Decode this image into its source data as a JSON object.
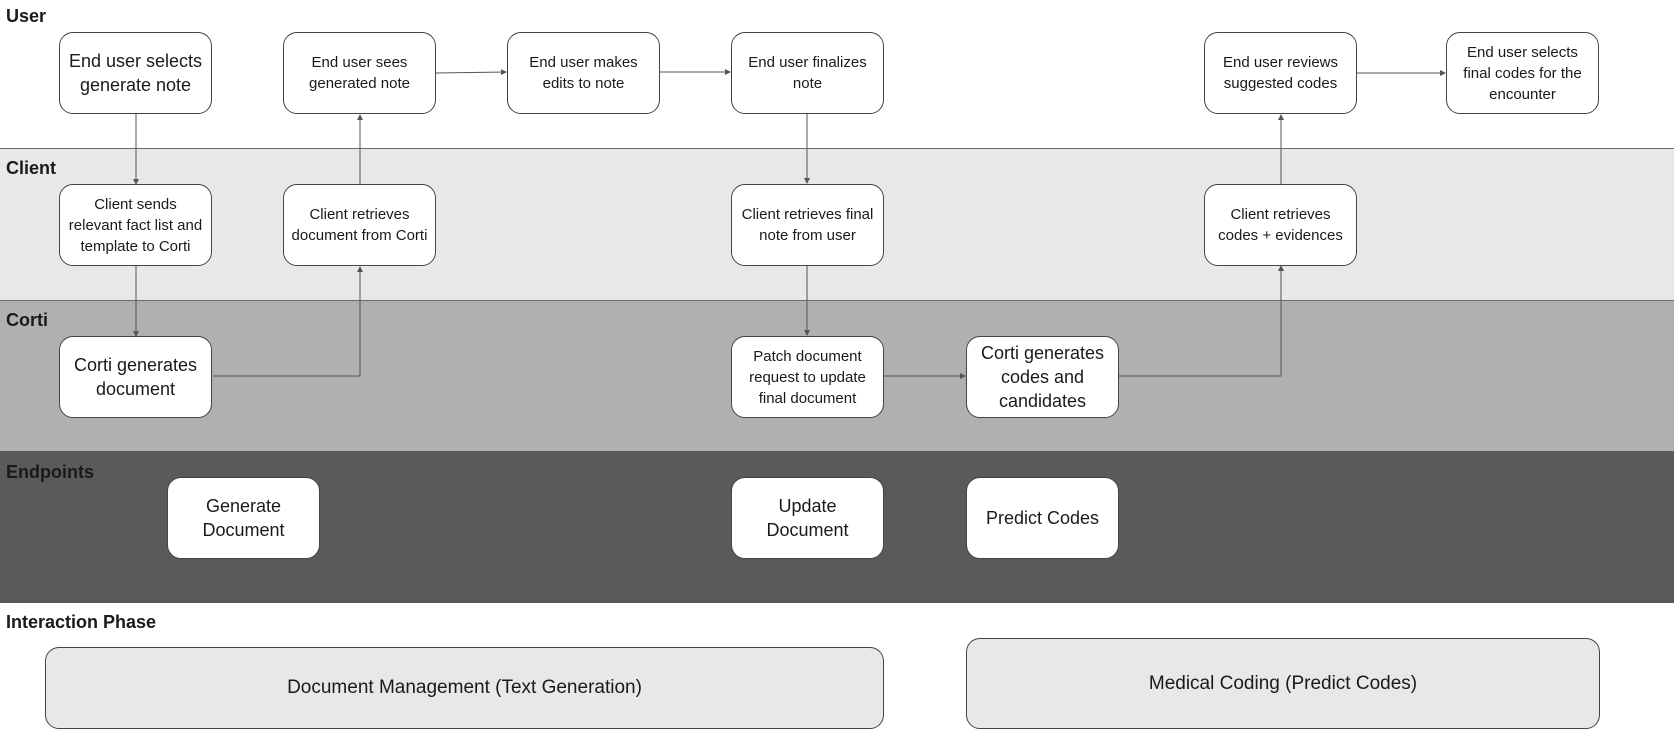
{
  "lanes": {
    "user": "User",
    "client": "Client",
    "corti": "Corti",
    "endpoints": "Endpoints",
    "phase": "Interaction Phase"
  },
  "nodes": {
    "user_selects_generate": "End user selects generate note",
    "user_sees_note": "End user sees generated note",
    "user_edits_note": "End user makes edits to note",
    "user_finalizes_note": "End user finalizes note",
    "user_reviews_codes": "End user reviews suggested codes",
    "user_selects_final_codes": "End user selects final codes for the encounter",
    "client_sends_facts": "Client sends relevant fact list and template to Corti",
    "client_retrieves_document": "Client retrieves document from Corti",
    "client_retrieves_final_note": "Client retrieves final note from user",
    "client_retrieves_codes": "Client retrieves codes + evidences",
    "corti_generates_document": "Corti generates document",
    "patch_document_request": "Patch document request to update final document",
    "corti_generates_codes": "Corti generates codes and candidates",
    "endpoint_generate_document": "Generate Document",
    "endpoint_update_document": "Update Document",
    "endpoint_predict_codes": "Predict Codes"
  },
  "phases": {
    "document_management": "Document Management (Text Generation)",
    "medical_coding": "Medical Coding (Predict Codes)"
  },
  "colors": {
    "lane_user": "#ffffff",
    "lane_client": "#e8e8e8",
    "lane_corti": "#b0b0b0",
    "lane_endpoints": "#5a5a5a",
    "arrow": "#555555"
  }
}
